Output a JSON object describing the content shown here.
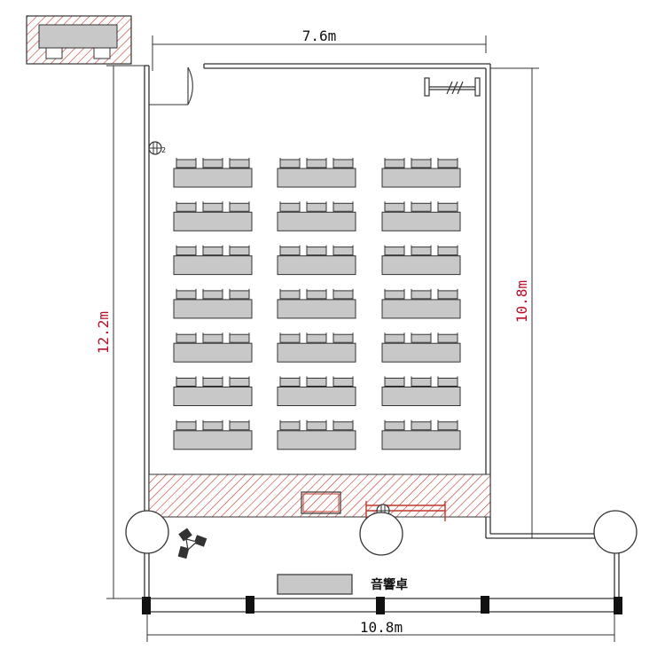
{
  "dimensions": {
    "top_width": "7.6m",
    "bottom_width": "10.8m",
    "left_height": "12.2m",
    "right_height": "10.8m"
  },
  "labels": {
    "sound_desk": "音響卓",
    "speaker_number": "2"
  },
  "seating": {
    "columns": 3,
    "rows": 7,
    "chairs_per_table": 3
  },
  "colors": {
    "dimension_text": "#b8102a",
    "hatch": "#c0392b",
    "table_fill": "#c8c8c8",
    "outline": "#333333"
  }
}
